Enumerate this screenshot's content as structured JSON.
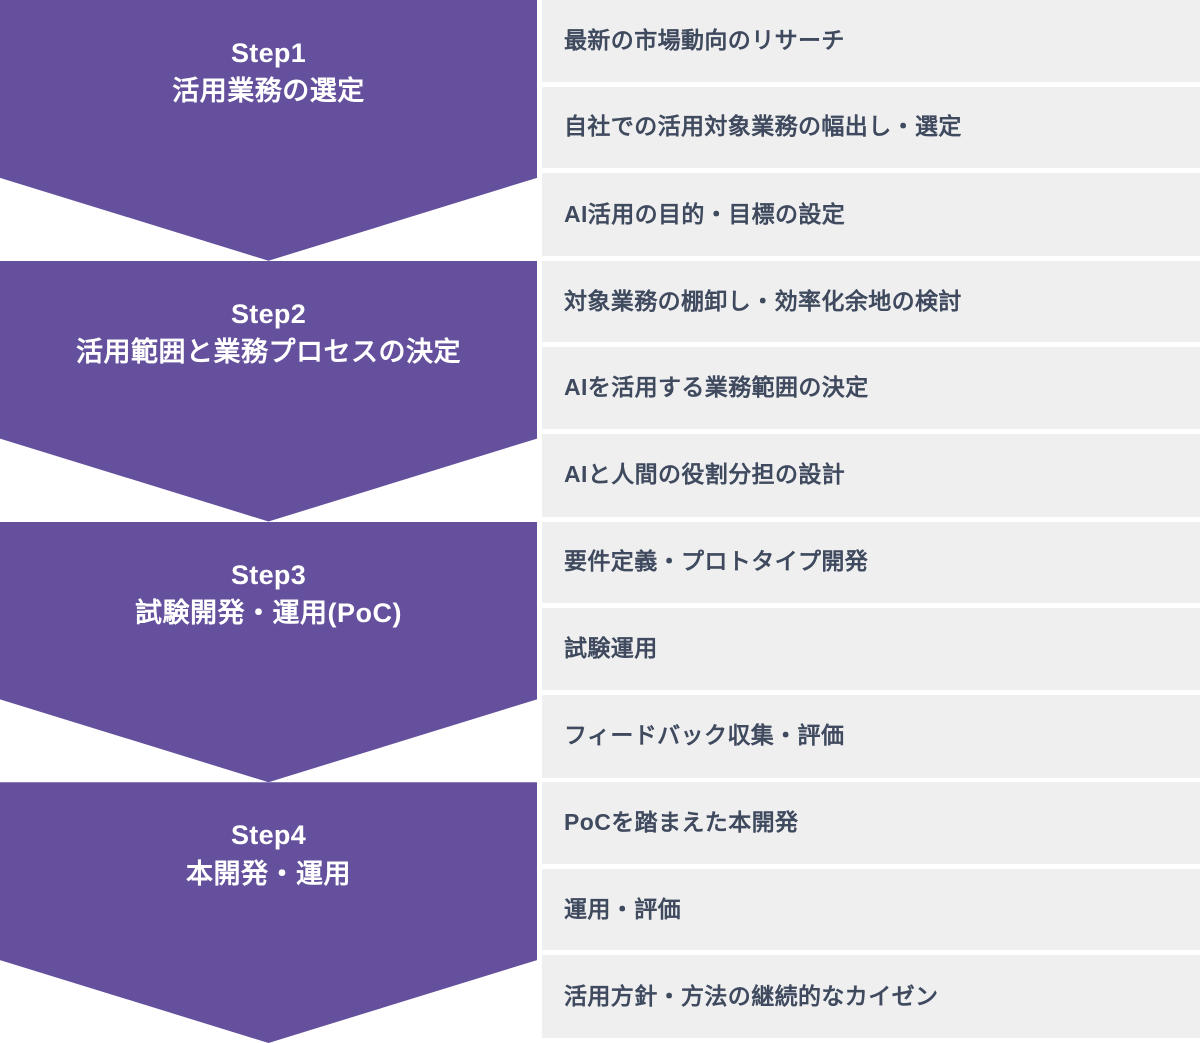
{
  "diagram": {
    "type": "process-flow",
    "orientation": "vertical",
    "colors": {
      "step_background": "#64509c",
      "step_text": "#ffffff",
      "item_background": "#efeff0",
      "item_text": "#3f4a5e",
      "page_background": "#ffffff"
    },
    "steps": [
      {
        "number": "Step1",
        "title": "活用業務の選定",
        "items": [
          "最新の市場動向のリサーチ",
          "自社での活用対象業務の幅出し・選定",
          "AI活用の目的・目標の設定"
        ]
      },
      {
        "number": "Step2",
        "title": "活用範囲と業務プロセスの決定",
        "items": [
          "対象業務の棚卸し・効率化余地の検討",
          "AIを活用する業務範囲の決定",
          "AIと人間の役割分担の設計"
        ]
      },
      {
        "number": "Step3",
        "title": "試験開発・運用(PoC)",
        "items": [
          "要件定義・プロトタイプ開発",
          "試験運用",
          "フィードバック収集・評価"
        ]
      },
      {
        "number": "Step4",
        "title": "本開発・運用",
        "items": [
          "PoCを踏まえた本開発",
          "運用・評価",
          "活用方針・方法の継続的なカイゼン"
        ]
      }
    ]
  }
}
